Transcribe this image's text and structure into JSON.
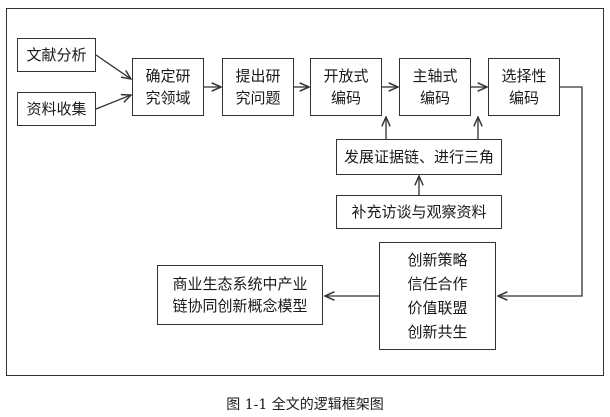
{
  "diagram": {
    "nodes": {
      "literature": "文献分析",
      "data_collection": "资料收集",
      "research_field": "确定研\n究领域",
      "research_question": "提出研\n究问题",
      "open_coding": "开放式\n编码",
      "axial_coding": "主轴式\n编码",
      "selective_coding": "选择性\n编码",
      "evidence_chain": "发展证据链、进行三角",
      "supplement": "补充访谈与观察资料",
      "strategies": "创新策略\n信任合作\n价值联盟\n创新共生",
      "model": "商业生态系统中产业\n链协同创新概念模型"
    },
    "caption": "图 1-1  全文的逻辑框架图"
  }
}
